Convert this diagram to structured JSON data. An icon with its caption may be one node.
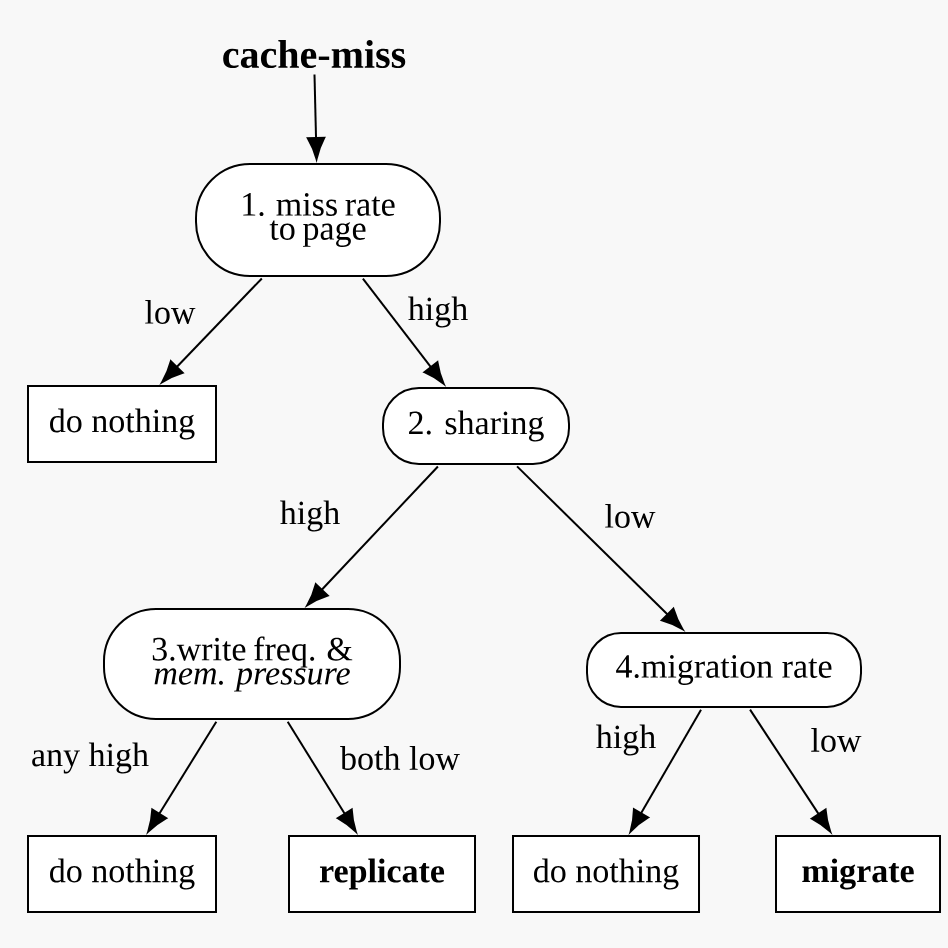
{
  "diagram": {
    "nodes": [
      {
        "text": [
          "cache-miss"
        ]
      },
      {
        "text": [
          "1. miss rate to page"
        ]
      },
      {
        "text": [
          "do nothing"
        ]
      },
      {
        "text": [
          "2. sharing"
        ]
      },
      {
        "text": [
          "3.write freq. & *mem. pressure*"
        ]
      },
      {
        "text": [
          "4.migration rate"
        ]
      },
      {
        "text": [
          "do nothing"
        ]
      },
      {
        "text": [
          "replicate"
        ]
      },
      {
        "text": [
          "do nothing"
        ]
      },
      {
        "text": [
          "migrate"
        ]
      }
    ],
    "edges": [
      {
        "from": 0,
        "to": 1,
        "arrow": "to"
      },
      {
        "from": 1,
        "to": 2,
        "arrow": "to",
        "label": "low"
      },
      {
        "from": 1,
        "to": 3,
        "arrow": "to",
        "label": "high"
      },
      {
        "from": 3,
        "to": 4,
        "arrow": "to",
        "label": "high"
      },
      {
        "from": 3,
        "to": 5,
        "arrow": "to",
        "label": "low"
      },
      {
        "from": 4,
        "to": 6,
        "arrow": "to",
        "label": "any high"
      },
      {
        "from": 4,
        "to": 7,
        "arrow": "to",
        "label": "both low"
      },
      {
        "from": 5,
        "to": 8,
        "arrow": "to",
        "label": "high"
      },
      {
        "from": 5,
        "to": 9,
        "arrow": "to",
        "label": "low"
      }
    ]
  }
}
